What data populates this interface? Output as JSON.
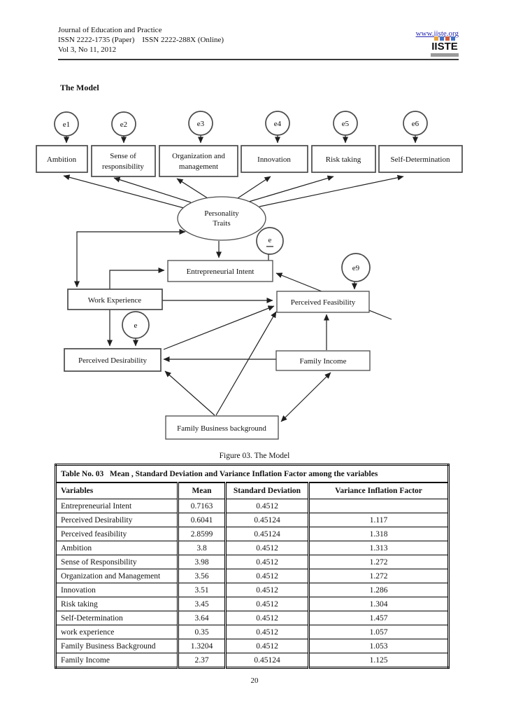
{
  "header": {
    "journal_name": "Journal of Education and Practice",
    "issn_line": "ISSN 2222-1735 (Paper)    ISSN 2222-288X (Online)",
    "volume_line": "Vol 3, No 11, 2012",
    "website": "www.iiste.org",
    "logo": {
      "text": "IISTE",
      "bar_colors": [
        "#e8a33d",
        "#4472c4",
        "#d05c3a",
        "#4472c4"
      ]
    }
  },
  "section_heading": "The Model",
  "diagram": {
    "error_terms": {
      "e1": "e1",
      "e2": "e2",
      "e3": "e3",
      "e4": "e4",
      "e5": "e5",
      "e6": "e6",
      "e_mid": "e",
      "e9": "e9",
      "e_left": "e"
    },
    "ellipse": {
      "line1": "Personality",
      "line2": "Traits"
    },
    "boxes": {
      "ambition": "Ambition",
      "sense1": "Sense of",
      "sense2": "responsibility",
      "org1": "Organization and",
      "org2": "management",
      "innovation": "Innovation",
      "risk": "Risk taking",
      "selfdet": "Self-Determination",
      "intent": "Entrepreneurial Intent",
      "work": "Work Experience",
      "feasibility": "Perceived Feasibility",
      "desirability": "Perceived Desirability",
      "income": "Family Income",
      "fbb": "Family Business background"
    }
  },
  "figure_caption": "Figure 03. The Model",
  "table": {
    "title": "Table No. 03   Mean , Standard Deviation and Variance Inflation Factor among the variables",
    "headers": [
      "Variables",
      "Mean",
      "Standard Deviation",
      "Variance Inflation Factor"
    ],
    "rows": [
      [
        "Entrepreneurial Intent",
        "0.7163",
        "0.4512",
        ""
      ],
      [
        "Perceived Desirability",
        "0.6041",
        "0.45124",
        "1.117"
      ],
      [
        "Perceived feasibility",
        "2.8599",
        "0.45124",
        "1.318"
      ],
      [
        "Ambition",
        "3.8",
        "0.4512",
        "1.313"
      ],
      [
        "Sense of Responsibility",
        "3.98",
        "0.4512",
        "1.272"
      ],
      [
        "Organization and Management",
        "3.56",
        "0.4512",
        "1.272"
      ],
      [
        "Innovation",
        "3.51",
        "0.4512",
        "1.286"
      ],
      [
        "Risk taking",
        "3.45",
        "0.4512",
        "1.304"
      ],
      [
        "Self-Determination",
        "3.64",
        "0.4512",
        "1.457"
      ],
      [
        "work experience",
        "0.35",
        "0.4512",
        "1.057"
      ],
      [
        "Family Business Background",
        "1.3204",
        "0.4512",
        "1.053"
      ],
      [
        "Family Income",
        "2.37",
        "0.45124",
        "1.125"
      ]
    ]
  },
  "page_number": "20"
}
